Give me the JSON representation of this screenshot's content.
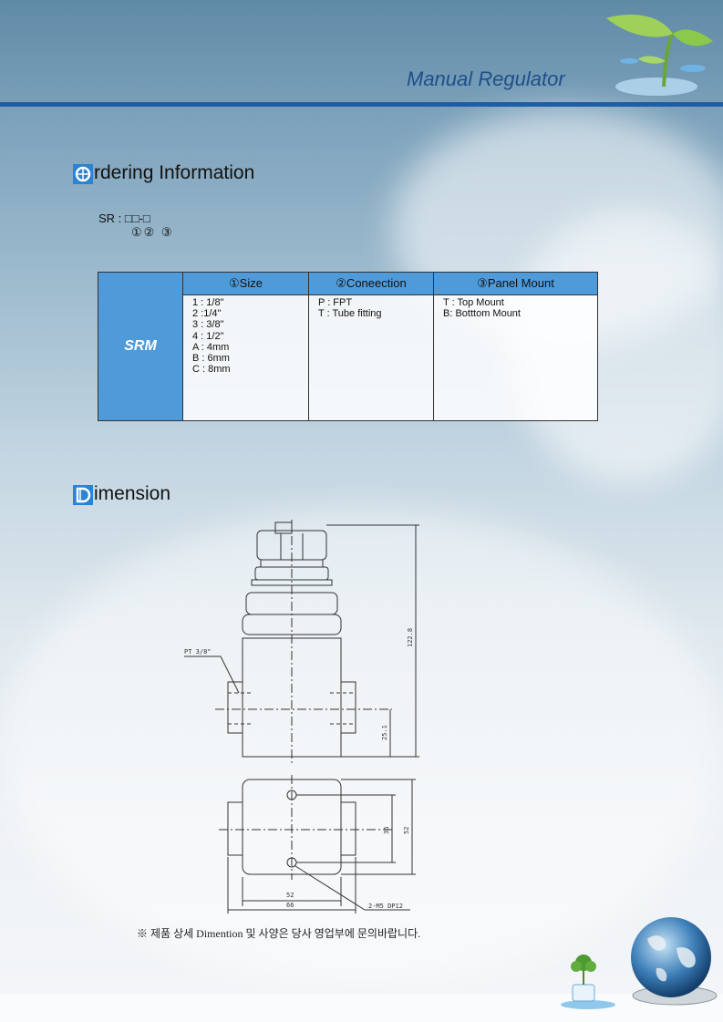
{
  "header": {
    "title": "Manual Regulator"
  },
  "ordering": {
    "heading_rest": "rdering Information",
    "code_line": "SR : □□-□",
    "code_sub": "①② ③",
    "table": {
      "brand": "SRM",
      "headers": [
        "①Size",
        "②Coneection",
        "③Panel Mount"
      ],
      "size_items": [
        "1 : 1/8\"",
        "2 :1/4\"",
        "3 : 3/8\"",
        "4 : 1/2\"",
        "A : 4mm",
        "B : 6mm",
        "C : 8mm"
      ],
      "connection_items": [
        "P : FPT",
        "T : Tube fitting"
      ],
      "panel_items": [
        "T : Top Mount",
        "B: Botttom Mount"
      ]
    }
  },
  "dimension": {
    "heading_rest": "imension",
    "labels": {
      "pt": "PT 3/8\"",
      "height_total": "122.8",
      "height_port": "25.1",
      "d36": "36",
      "d52v": "52",
      "d52h": "52",
      "d66": "66",
      "holes": "2-M5 DP12"
    }
  },
  "note": "※ 제품 상세 Dimention 및 사양은 당사 영업부에 문의바랍니다.",
  "colors": {
    "accent": "#1f5ea4",
    "table_header": "#4f9ad9"
  }
}
